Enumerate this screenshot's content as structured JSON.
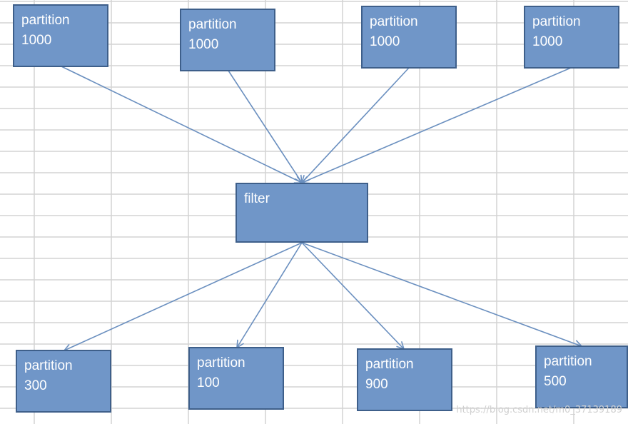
{
  "colors": {
    "box_fill": "#7096c8",
    "box_border": "#3e5f8a",
    "arrow": "#6a8fbf",
    "grid": "#d4d4d4",
    "text": "#ffffff"
  },
  "top_partitions": [
    {
      "label": "partition",
      "value": "1000"
    },
    {
      "label": "partition",
      "value": "1000"
    },
    {
      "label": "partition",
      "value": "1000"
    },
    {
      "label": "partition",
      "value": "1000"
    }
  ],
  "filter": {
    "label": "filter"
  },
  "bottom_partitions": [
    {
      "label": "partition",
      "value": "300"
    },
    {
      "label": "partition",
      "value": "100"
    },
    {
      "label": "partition",
      "value": "900"
    },
    {
      "label": "partition",
      "value": "500"
    }
  ],
  "watermark": "https://blog.csdn.net/m0_37139189"
}
